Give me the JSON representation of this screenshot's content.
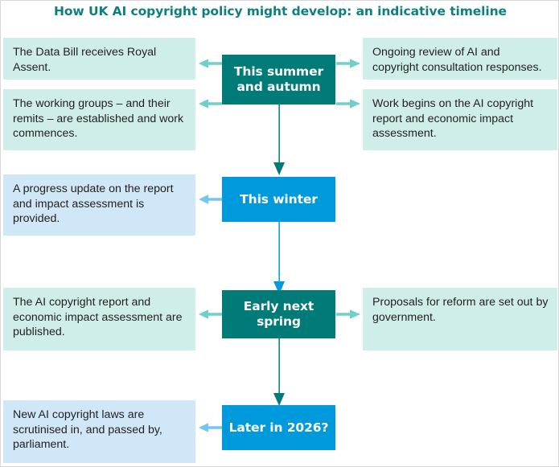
{
  "title": "How UK AI copyright policy might develop: an indicative timeline",
  "colors": {
    "title": "#0e7f7f",
    "node_teal": "#007b78",
    "node_blue": "#0099dc",
    "box_mint": "#cfeeea",
    "box_blue": "#cfe7f7",
    "arrow_mint": "#6fcfc9",
    "arrow_blue": "#72c7ee",
    "connector_teal": "#007b78",
    "connector_blue": "#0099dc",
    "text": "#231f20"
  },
  "rows": [
    {
      "node_label": "This summer and autumn",
      "node_color": "teal",
      "left_boxes": [
        "The Data Bill receives Royal Assent.",
        "The working groups – and their remits – are established and work commences."
      ],
      "right_boxes": [
        "Ongoing review of AI and copyright consultation responses.",
        "Work begins on the AI copyright report and economic impact assessment."
      ]
    },
    {
      "node_label": "This winter",
      "node_color": "blue",
      "left_boxes": [
        "A progress update on the report and impact assessment is provided."
      ],
      "right_boxes": []
    },
    {
      "node_label": "Early next spring",
      "node_color": "teal",
      "left_boxes": [
        "The AI copyright report and economic impact assessment are published."
      ],
      "right_boxes": [
        "Proposals for reform are set out by government."
      ]
    },
    {
      "node_label": "Later in 2026?",
      "node_color": "blue",
      "left_boxes": [
        "New AI copyright laws are scrutinised in, and passed by, parliament."
      ],
      "right_boxes": []
    }
  ]
}
